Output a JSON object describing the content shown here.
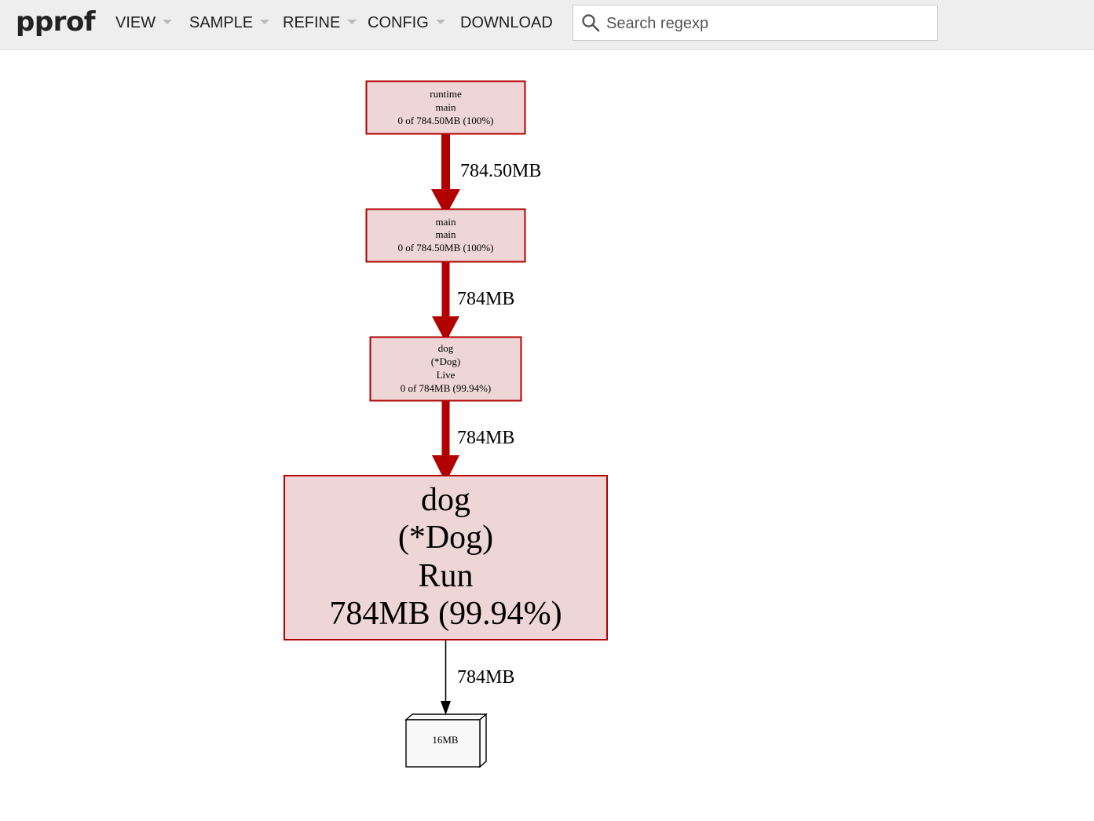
{
  "app": {
    "title": "pprof"
  },
  "menu": {
    "view": "VIEW",
    "sample": "SAMPLE",
    "refine": "REFINE",
    "config": "CONFIG",
    "download": "DOWNLOAD"
  },
  "search": {
    "placeholder": "Search regexp",
    "value": ""
  },
  "graph": {
    "nodes": [
      {
        "id": "runtime-main",
        "lines": [
          "runtime",
          "main",
          "0 of 784.50MB (100%)"
        ]
      },
      {
        "id": "main-main",
        "lines": [
          "main",
          "main",
          "0 of 784.50MB (100%)"
        ]
      },
      {
        "id": "dog-live",
        "lines": [
          "dog",
          "(*Dog)",
          "Live",
          "0 of 784MB (99.94%)"
        ]
      },
      {
        "id": "dog-run",
        "lines": [
          "dog",
          "(*Dog)",
          "Run",
          "784MB (99.94%)"
        ]
      },
      {
        "id": "alloc-16mb",
        "lines": [
          "16MB"
        ]
      }
    ],
    "edges": [
      {
        "from": "runtime-main",
        "to": "main-main",
        "label": "784.50MB"
      },
      {
        "from": "main-main",
        "to": "dog-live",
        "label": "784MB"
      },
      {
        "from": "dog-live",
        "to": "dog-run",
        "label": "784MB"
      },
      {
        "from": "dog-run",
        "to": "alloc-16mb",
        "label": "784MB"
      }
    ],
    "colors": {
      "node_fill": "#edd6d5",
      "node_stroke": "#b20000",
      "hot_edge": "#b20000",
      "cold_edge": "#000000",
      "alloc_fill": "#f8f8f8"
    }
  }
}
